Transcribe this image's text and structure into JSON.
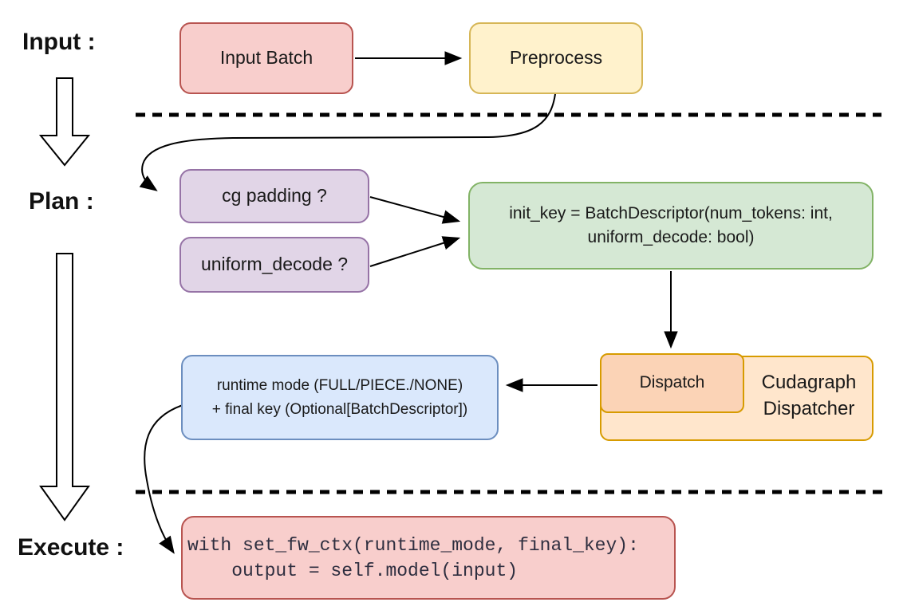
{
  "stages": {
    "input_label": "Input :",
    "plan_label": "Plan :",
    "execute_label": "Execute :"
  },
  "nodes": {
    "input_batch": {
      "label": "Input Batch"
    },
    "preprocess": {
      "label": "Preprocess"
    },
    "cg_padding": {
      "label": "cg padding ?"
    },
    "uniform_decode": {
      "label": "uniform_decode ?"
    },
    "init_key": {
      "line1": "init_key = BatchDescriptor(num_tokens: int,",
      "line2": "uniform_decode: bool)"
    },
    "runtime_mode": {
      "line1": "runtime mode (FULL/PIECE./NONE)",
      "line2": "+ final key (Optional[BatchDescriptor])"
    },
    "dispatch": {
      "label": "Dispatch"
    },
    "cudagraph_dispatcher": {
      "line1": "Cudagraph",
      "line2": "Dispatcher"
    },
    "execute_code": {
      "line1": "with set_fw_ctx(runtime_mode, final_key):",
      "line2": "    output = self.model(input)"
    }
  },
  "colors": {
    "red": {
      "fill": "#f8cecc",
      "stroke": "#b85450"
    },
    "yellow": {
      "fill": "#fff2cc",
      "stroke": "#d6b656"
    },
    "purple": {
      "fill": "#e1d5e7",
      "stroke": "#9673a6"
    },
    "green": {
      "fill": "#d5e8d4",
      "stroke": "#82b366"
    },
    "blue": {
      "fill": "#dae8fc",
      "stroke": "#6c8ebf"
    },
    "orange_light": {
      "fill": "#ffe6cc",
      "stroke": "#d79b00"
    },
    "orange_deep": {
      "fill": "#fbd3b6",
      "stroke": "#d79b00"
    },
    "connector": "#000000",
    "text": "#1a1a1a"
  }
}
